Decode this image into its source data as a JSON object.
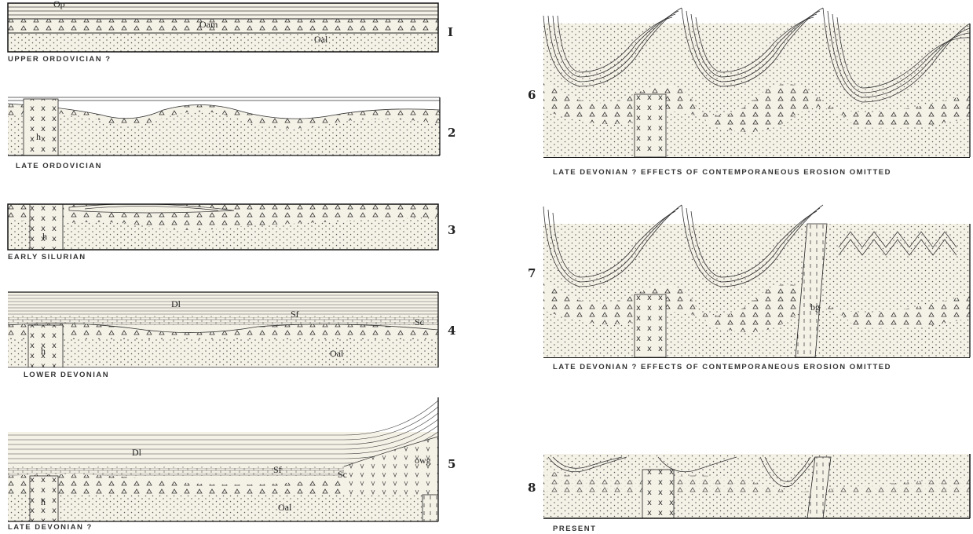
{
  "panels": [
    {
      "number": "I",
      "caption": "UPPER ORDOVICIAN ?",
      "units": [
        "Op",
        "Oam",
        "Oal"
      ]
    },
    {
      "number": "2",
      "caption": "LATE ORDOVICIAN",
      "units": [
        "h"
      ]
    },
    {
      "number": "3",
      "caption": "EARLY SILURIAN",
      "units": [
        "h"
      ]
    },
    {
      "number": "4",
      "caption": "LOWER DEVONIAN",
      "units": [
        "Dl",
        "Sf",
        "Sc",
        "h",
        "Oal"
      ]
    },
    {
      "number": "5",
      "caption": "LATE DEVONIAN ?",
      "units": [
        "Dl",
        "Sf",
        "Sc",
        "owg",
        "h",
        "Oal"
      ]
    },
    {
      "number": "6",
      "caption": "LATE DEVONIAN ? EFFECTS OF CONTEMPORANEOUS EROSION OMITTED",
      "units": []
    },
    {
      "number": "7",
      "caption": "LATE DEVONIAN ? EFFECTS OF CONTEMPORANEOUS EROSION OMITTED",
      "units": [
        "bg"
      ]
    },
    {
      "number": "8",
      "caption": "PRESENT",
      "units": []
    }
  ]
}
